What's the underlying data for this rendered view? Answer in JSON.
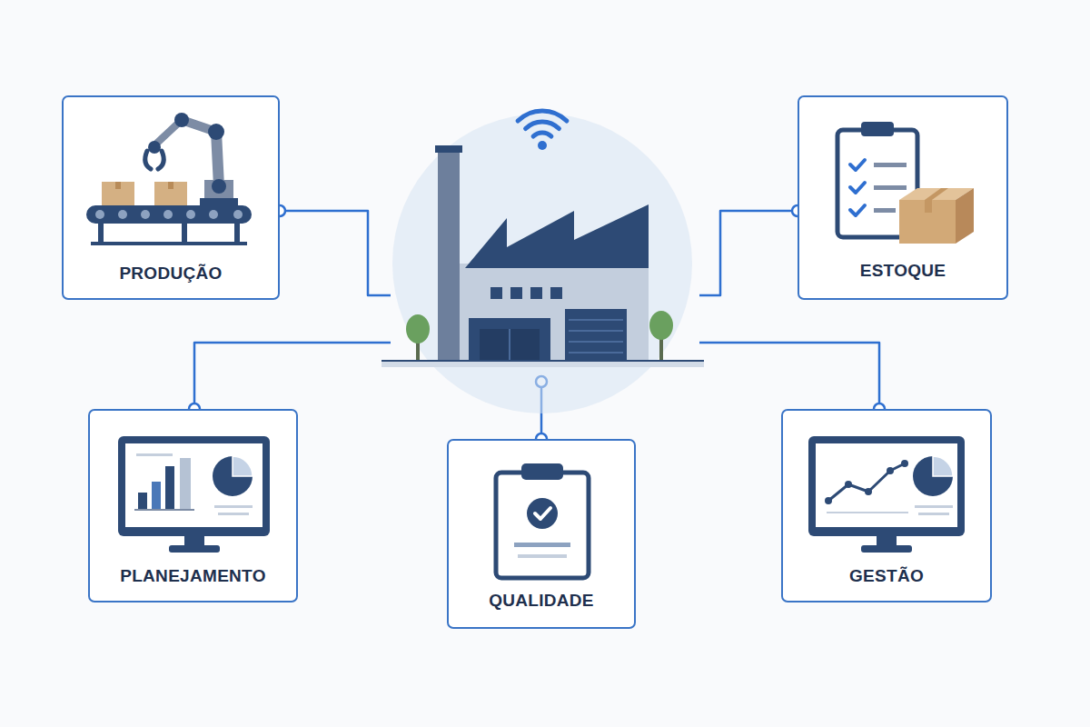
{
  "diagram": {
    "nodes": [
      {
        "text": [
          "PRODUÇÃO"
        ]
      },
      {
        "text": []
      },
      {
        "text": [
          "ESTOQUE"
        ]
      },
      {
        "text": [
          "PLANEJAMENTO"
        ]
      },
      {
        "text": [
          "QUALIDADE"
        ]
      },
      {
        "text": [
          "GESTÃO"
        ]
      }
    ],
    "edges": [
      {
        "from": 0,
        "to": 1,
        "arrow": "none"
      },
      {
        "from": 2,
        "to": 1,
        "arrow": "none"
      },
      {
        "from": 3,
        "to": 1,
        "arrow": "none"
      },
      {
        "from": 4,
        "to": 1,
        "arrow": "none"
      },
      {
        "from": 5,
        "to": 1,
        "arrow": "none"
      }
    ]
  }
}
